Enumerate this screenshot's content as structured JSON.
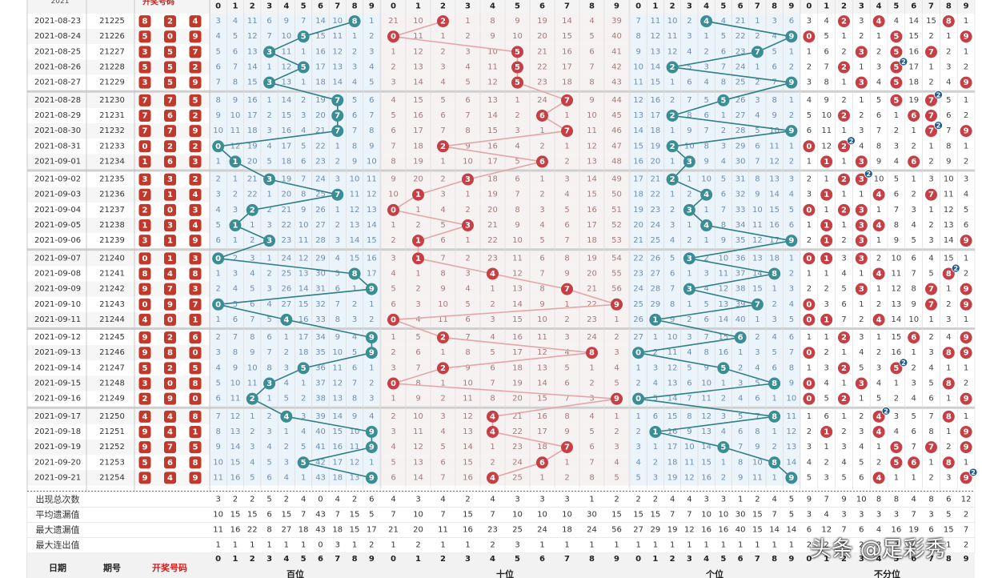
{
  "chart_data": {
    "type": "table",
    "title": "",
    "header_digits": [
      "0",
      "1",
      "2",
      "3",
      "4",
      "5",
      "6",
      "7",
      "8",
      "9"
    ],
    "header_top_label": "开奖号码",
    "footer_labels": {
      "date": "日期",
      "issue": "期号",
      "draw": "开奖号码"
    },
    "zone_labels": [
      "百位",
      "十位",
      "个位",
      "不分位"
    ],
    "stat_labels": [
      "出现总次数",
      "平均遗漏值",
      "最大遗漏值",
      "最大连出值"
    ],
    "rows": [
      {
        "date": "2021-08-23",
        "issue": "21225",
        "draw": [
          8,
          2,
          4
        ]
      },
      {
        "date": "2021-08-24",
        "issue": "21226",
        "draw": [
          5,
          0,
          9
        ]
      },
      {
        "date": "2021-08-25",
        "issue": "21227",
        "draw": [
          3,
          5,
          7
        ]
      },
      {
        "date": "2021-08-26",
        "issue": "21228",
        "draw": [
          5,
          5,
          2
        ]
      },
      {
        "date": "2021-08-27",
        "issue": "21229",
        "draw": [
          3,
          5,
          9
        ]
      },
      {
        "date": "2021-08-28",
        "issue": "21230",
        "draw": [
          7,
          7,
          5
        ]
      },
      {
        "date": "2021-08-29",
        "issue": "21231",
        "draw": [
          7,
          6,
          2
        ]
      },
      {
        "date": "2021-08-30",
        "issue": "21232",
        "draw": [
          7,
          7,
          9
        ]
      },
      {
        "date": "2021-08-31",
        "issue": "21233",
        "draw": [
          0,
          2,
          2
        ]
      },
      {
        "date": "2021-09-01",
        "issue": "21234",
        "draw": [
          1,
          6,
          3
        ]
      },
      {
        "date": "2021-09-02",
        "issue": "21235",
        "draw": [
          3,
          3,
          2
        ]
      },
      {
        "date": "2021-09-03",
        "issue": "21236",
        "draw": [
          7,
          1,
          4
        ]
      },
      {
        "date": "2021-09-04",
        "issue": "21237",
        "draw": [
          2,
          0,
          3
        ]
      },
      {
        "date": "2021-09-05",
        "issue": "21238",
        "draw": [
          1,
          3,
          4
        ]
      },
      {
        "date": "2021-09-06",
        "issue": "21239",
        "draw": [
          3,
          1,
          9
        ]
      },
      {
        "date": "2021-09-07",
        "issue": "21240",
        "draw": [
          0,
          1,
          3
        ]
      },
      {
        "date": "2021-09-08",
        "issue": "21241",
        "draw": [
          8,
          4,
          8
        ]
      },
      {
        "date": "2021-09-09",
        "issue": "21242",
        "draw": [
          9,
          7,
          3
        ]
      },
      {
        "date": "2021-09-10",
        "issue": "21243",
        "draw": [
          0,
          9,
          7
        ]
      },
      {
        "date": "2021-09-11",
        "issue": "21244",
        "draw": [
          4,
          0,
          1
        ]
      },
      {
        "date": "2021-09-12",
        "issue": "21245",
        "draw": [
          9,
          2,
          6
        ]
      },
      {
        "date": "2021-09-13",
        "issue": "21246",
        "draw": [
          9,
          8,
          0
        ]
      },
      {
        "date": "2021-09-14",
        "issue": "21247",
        "draw": [
          5,
          2,
          5
        ]
      },
      {
        "date": "2021-09-15",
        "issue": "21248",
        "draw": [
          3,
          0,
          8
        ]
      },
      {
        "date": "2021-09-16",
        "issue": "21249",
        "draw": [
          2,
          9,
          0
        ]
      },
      {
        "date": "2021-09-17",
        "issue": "21250",
        "draw": [
          4,
          4,
          8
        ]
      },
      {
        "date": "2021-09-18",
        "issue": "21251",
        "draw": [
          9,
          4,
          1
        ]
      },
      {
        "date": "2021-09-19",
        "issue": "21252",
        "draw": [
          9,
          7,
          5
        ]
      },
      {
        "date": "2021-09-20",
        "issue": "21253",
        "draw": [
          5,
          6,
          8
        ]
      },
      {
        "date": "2021-09-21",
        "issue": "21254",
        "draw": [
          9,
          4,
          9
        ]
      }
    ],
    "miss_values": {
      "hundreds": [
        "3 4 11 6 9 7 14 10 _ 1",
        "4 5 12 7 10 _ 15 11 1 2",
        "5 6 13 _ 11 1 16 12 2 3",
        "6 7 14 1 12 _ 17 13 3 4",
        "7 8 15 _ 13 1 18 14 4 5",
        "8 9 16 1 14 2 19 _ 5 6",
        "9 10 17 2 15 3 20 _ 6 7",
        "10 11 18 3 16 4 21 _ 7 8",
        "_ 12 19 4 17 5 22 1 8 9",
        "1 _ 20 5 18 6 23 2 9 10",
        "2 1 21 _ 19 7 24 3 10 11",
        "3 2 22 1 20 8 25 _ 11 12",
        "4 3 _ 2 21 9 26 1 12 13",
        "5 _ 1 3 22 10 27 2 13 14",
        "6 1 2 _ 23 11 28 3 14 15",
        "_ 2 3 1 24 12 29 4 15 16",
        "1 3 4 2 25 13 30 5 _ 17",
        "2 4 5 3 26 14 31 6 1 _",
        "_ 5 6 4 27 15 32 7 2 1",
        "1 6 7 5 _ 16 33 8 3 2",
        "2 7 8 6 1 17 34 9 4 _",
        "3 8 9 7 2 18 35 10 5 _",
        "4 9 10 8 3 _ 36 11 6 1",
        "5 10 11 _ 4 1 37 12 7 2",
        "6 11 _ 1 5 2 38 13 8 3",
        "7 12 1 2 _ 3 39 14 9 4",
        "8 13 2 3 1 4 40 15 10 _",
        "9 14 3 4 2 5 41 16 11 _",
        "10 15 4 5 3 _ 42 17 12 1",
        "11 16 5 6 4 1 43 18 13 _"
      ],
      "tens": [
        "21 10 _ 1 8 9 19 14 4 39",
        "_ 11 1 2 9 10 20 15 5 40",
        "1 12 2 3 10 _ 21 16 6 41",
        "2 13 3 4 11 _ 22 17 7 42",
        "3 14 4 5 12 _ 23 18 8 43",
        "4 15 5 6 13 1 24 _ 9 44",
        "5 16 6 7 14 2 _ 1 10 45",
        "6 17 7 8 15 3 1 _ 11 46",
        "7 18 _ 9 16 4 2 1 12 47",
        "8 19 1 10 17 5 _ 2 13 48",
        "9 20 2 _ 18 6 1 3 14 49",
        "10 _ 3 1 19 7 2 4 15 50",
        "_ 1 4 2 20 8 3 5 16 51",
        "1 2 5 _ 21 9 4 6 17 52",
        "2 _ 6 1 22 10 5 7 18 53",
        "3 _ 7 2 23 11 6 8 19 54",
        "4 1 8 3 _ 12 7 9 20 55",
        "5 2 9 4 1 13 8 _ 21 56",
        "6 3 10 5 2 14 9 1 22 _",
        "_ 4 11 6 3 15 10 2 23 1",
        "1 5 _ 7 4 16 11 3 24 2",
        "2 6 1 8 5 17 12 4 _ 3",
        "3 7 _ 9 6 18 13 5 1 4",
        "_ 8 1 10 7 19 14 6 2 5",
        "1 9 2 11 8 20 15 7 3 _",
        "2 10 3 12 _ 21 16 8 4 1",
        "3 11 4 13 _ 22 17 9 5 2",
        "4 12 5 14 1 23 18 _ 6 3",
        "5 13 6 15 2 24 _ 1 7 4",
        "6 14 7 16 _ 25 1 2 8 5"
      ],
      "units": [
        "7 11 10 2 _ 4 21 1 3 6",
        "8 12 11 3 1 5 22 2 4 _",
        "9 13 12 4 2 6 23 _ 5 1",
        "10 14 _ 5 3 7 24 1 6 2",
        "11 15 1 6 4 8 25 2 7 _",
        "12 16 2 7 5 _ 26 3 8 1",
        "13 17 _ 8 6 1 27 4 9 2",
        "14 18 1 9 7 2 28 5 10 _",
        "15 19 _ 10 8 3 29 6 11 1",
        "16 20 1 _ 9 4 30 7 12 2",
        "17 21 _ 1 10 5 31 8 13 3",
        "18 22 1 2 _ 6 32 9 14 4",
        "19 23 2 _ 1 7 33 10 15 5",
        "20 24 3 1 _ 8 34 11 16 6",
        "21 25 4 2 1 9 35 12 17 _",
        "22 26 5 _ 2 10 36 13 18 1",
        "23 27 6 1 3 11 37 14 _ 2",
        "24 28 7 _ 4 12 38 15 1 3",
        "25 29 8 1 5 13 39 _ 2 4",
        "26 _ 9 2 6 14 40 1 3 5",
        "27 1 10 3 7 15 _ 2 4 6",
        "_ 2 11 4 8 16 1 3 5 7",
        "1 3 12 5 9 _ 2 4 6 8",
        "2 4 13 6 10 1 3 5 _ 9",
        "_ 5 14 7 11 2 4 6 1 10",
        "1 6 15 8 12 3 5 7 _ 11",
        "2 _ 16 9 13 4 6 8 1 12",
        "3 1 17 10 14 _ 7 9 2 13",
        "4 2 18 11 15 1 8 10 _ 14",
        "5 3 19 12 16 2 9 11 1 _"
      ],
      "combined": [
        "3 4 _ 3 _ 4 14 15 _ 1",
        "_ 5 1 2 1 _ 15 2 1 _",
        "1 6 2 _ 2 _ 16 _ 2 1",
        "2 7 _ 1 3 _ 17 1 3 2",
        "3 8 1 _ 4 _ 18 2 4 _",
        "4 9 2 1 5 _ 19 _ 5 1",
        "5 10 _ 2 6 1 _ _ 6 2",
        "6 11 1 3 7 2 1 _ 7 _",
        "_ 12 _ 4 8 3 2 1 8 1",
        "1 _ 1 _ 9 4 _ 2 9 2",
        "2 1 _ _ 10 5 1 3 10 3",
        "3 _ 1 1 _ 6 2 _ 11 4",
        "_ 1 _ _ 1 7 3 1 12 5",
        "1 _ 1 _ _ 8 4 2 13 6",
        "2 _ 2 _ 1 9 5 3 14 _",
        "_ _ 3 _ 2 10 6 4 15 1",
        "1 1 4 1 _ 11 7 5 _ 2",
        "2 2 5 _ 1 12 8 _ 1 _",
        "_ 3 6 1 2 13 9 _ 2 _",
        "_ _ 7 2 _ 14 10 1 3 1",
        "1 1 _ 3 1 15 _ 2 4 _",
        "_ 2 1 4 2 16 1 3 _ _",
        "1 3 _ 5 3 _ 2 4 1 1",
        "_ 4 1 _ 4 1 3 5 _ 2",
        "_ 5 _ 1 5 2 4 6 1 _",
        "1 6 1 2 _ 3 5 7 _ 1",
        "2 _ 2 3 _ 4 6 8 1 _",
        "3 1 3 4 1 _ 7 _ 2 _",
        "4 2 4 5 2 _ _ 1 _ 1",
        "5 3 5 6 _ 1 1 2 3 _"
      ]
    },
    "repeat_badges": [
      {
        "date": "2021-08-26",
        "digit": 5,
        "count": 2
      },
      {
        "date": "2021-08-28",
        "digit": 7,
        "count": 2
      },
      {
        "date": "2021-08-30",
        "digit": 7,
        "count": 2
      },
      {
        "date": "2021-08-31",
        "digit": 2,
        "count": 2
      },
      {
        "date": "2021-09-02",
        "digit": 3,
        "count": 2
      },
      {
        "date": "2021-09-08",
        "digit": 8,
        "count": 2
      },
      {
        "date": "2021-09-14",
        "digit": 5,
        "count": 2
      },
      {
        "date": "2021-09-17",
        "digit": 4,
        "count": 2
      },
      {
        "date": "2021-09-21",
        "digit": 9,
        "count": 2
      }
    ],
    "stats": {
      "hundreds": [
        [
          3,
          2,
          2,
          5,
          2,
          4,
          0,
          4,
          2,
          6
        ],
        [
          10,
          15,
          15,
          6,
          15,
          7,
          43,
          7,
          15,
          5
        ],
        [
          11,
          16,
          22,
          8,
          27,
          18,
          43,
          18,
          15,
          17
        ],
        [
          1,
          1,
          1,
          1,
          1,
          1,
          0,
          3,
          1,
          2
        ]
      ],
      "tens": [
        [
          4,
          3,
          4,
          2,
          4,
          3,
          3,
          3,
          1,
          2
        ],
        [
          7,
          10,
          7,
          15,
          7,
          10,
          10,
          10,
          30,
          15
        ],
        [
          21,
          20,
          11,
          16,
          23,
          25,
          24,
          18,
          24,
          56
        ],
        [
          1,
          2,
          1,
          1,
          2,
          3,
          1,
          1,
          1,
          1
        ]
      ],
      "units": [
        [
          2,
          2,
          4,
          4,
          3,
          3,
          1,
          2,
          4,
          5
        ],
        [
          15,
          15,
          7,
          7,
          10,
          10,
          30,
          15,
          7,
          5
        ],
        [
          27,
          29,
          19,
          12,
          16,
          16,
          40,
          15,
          14,
          14
        ],
        [
          1,
          1,
          1,
          1,
          1,
          1,
          1,
          1,
          1,
          1
        ]
      ],
      "combined": [
        [
          9,
          7,
          9,
          10,
          8,
          8,
          4,
          8,
          6,
          12
        ],
        [
          3,
          4,
          3,
          3,
          3,
          3,
          7,
          3,
          5,
          2
        ],
        [
          6,
          12,
          7,
          6,
          4,
          16,
          19,
          6,
          15,
          7
        ],
        [
          2,
          2,
          1,
          2,
          2,
          2,
          1,
          3,
          1,
          2
        ]
      ]
    }
  },
  "watermark": "头条 @足彩秀",
  "colors": {
    "blue_ball": "#3b8d94",
    "red_ball": "#c63f44",
    "blue_bg": "#ebf3fb",
    "red_bg": "#f7f2f2",
    "line_blue": "#2e7f86",
    "line_red": "#e4a5a5"
  }
}
